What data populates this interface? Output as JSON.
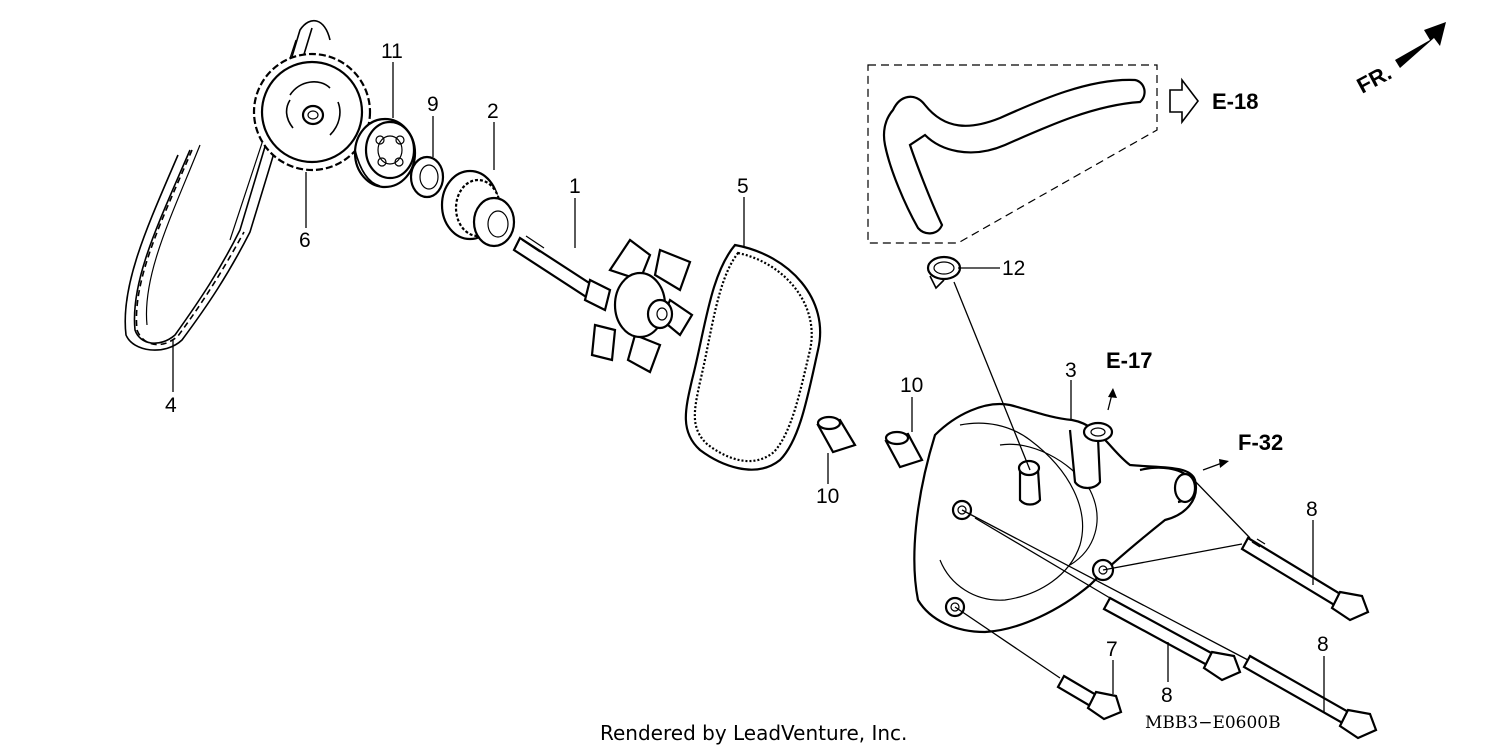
{
  "credit": "Rendered by LeadVenture, Inc.",
  "diagram_code": "MBB3−E0600B",
  "direction_label": "FR.",
  "refs": {
    "e18": "E-18",
    "e17": "E-17",
    "f32": "F-32"
  },
  "callouts": {
    "c1": "1",
    "c2": "2",
    "c3": "3",
    "c4": "4",
    "c5": "5",
    "c6": "6",
    "c7": "7",
    "c8a": "8",
    "c8b": "8",
    "c8c": "8",
    "c9": "9",
    "c10a": "10",
    "c10b": "10",
    "c11": "11",
    "c12": "12"
  },
  "icons": {
    "direction_arrow": "arrow-up-right-icon",
    "reference_arrow": "hollow-arrow-right-icon"
  }
}
